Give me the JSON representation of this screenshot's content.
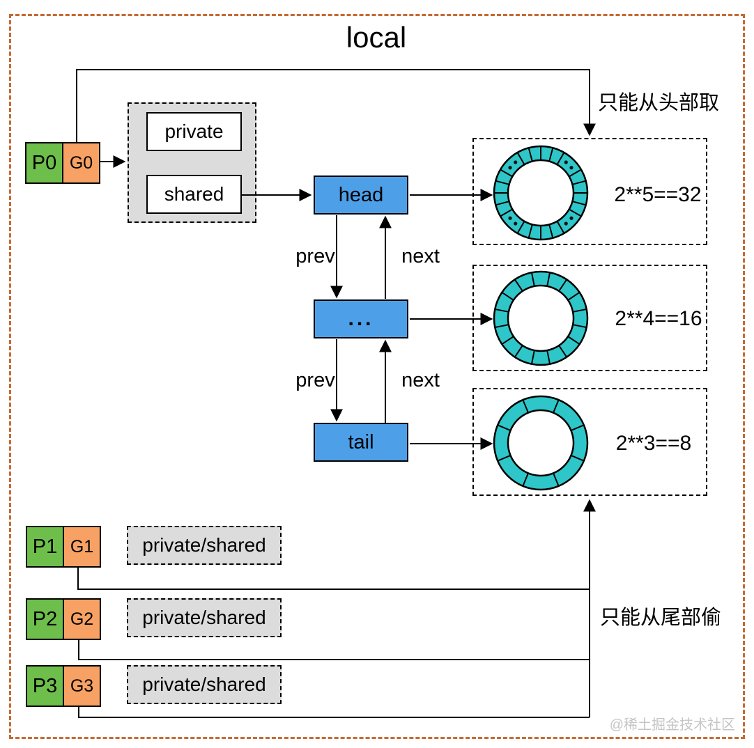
{
  "title": "local",
  "annotations": {
    "take_from_head": "只能从头部取",
    "steal_from_tail": "只能从尾部偷"
  },
  "p0": {
    "p_label": "P0",
    "g_label": "G0"
  },
  "run_queue": {
    "private_label": "private",
    "shared_label": "shared"
  },
  "linked_list": {
    "head_label": "head",
    "middle_label": "...",
    "tail_label": "tail",
    "prev_label": "prev",
    "next_label": "next"
  },
  "rings": [
    {
      "label": "2**5==32",
      "capacity": 32,
      "drawn_segments": 20,
      "dots": true
    },
    {
      "label": "2**4==16",
      "capacity": 16,
      "drawn_segments": 16,
      "dots": false
    },
    {
      "label": "2**3==8",
      "capacity": 8,
      "drawn_segments": 8,
      "dots": false
    }
  ],
  "processors": [
    {
      "p_label": "P1",
      "g_label": "G1",
      "queue_label": "private/shared"
    },
    {
      "p_label": "P2",
      "g_label": "G2",
      "queue_label": "private/shared"
    },
    {
      "p_label": "P3",
      "g_label": "G3",
      "queue_label": "private/shared"
    }
  ],
  "watermark": "@稀土掘金技术社区",
  "colors": {
    "p_green": "#6EBE4C",
    "g_orange": "#F7A264",
    "node_blue": "#4D9FE8",
    "ring_cyan": "#2EC6C8",
    "queue_gray": "#DCDCDC",
    "frame_orange": "#C56A34",
    "watermark_gray": "#C5C5C5"
  }
}
